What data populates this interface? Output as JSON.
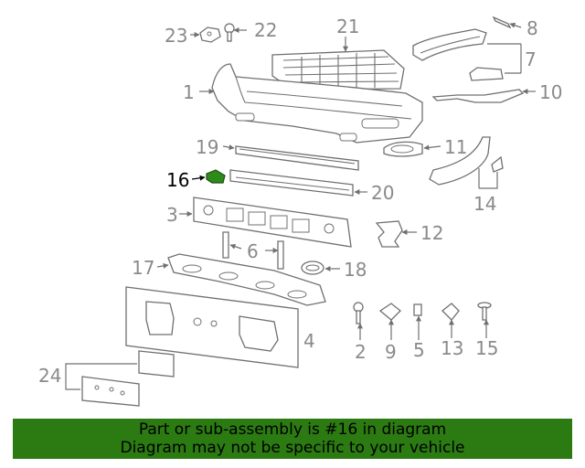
{
  "diagram": {
    "highlight_color": "#2e8b1a",
    "labels": [
      "1",
      "2",
      "3",
      "4",
      "5",
      "6",
      "7",
      "8",
      "9",
      "10",
      "11",
      "12",
      "13",
      "14",
      "15",
      "16",
      "17",
      "18",
      "19",
      "20",
      "21",
      "22",
      "23",
      "24"
    ]
  },
  "banner": {
    "line1": "Part or sub-assembly is #16 in diagram",
    "line2": "Diagram may not be specific to your vehicle",
    "bg_color": "#2b7a12"
  }
}
